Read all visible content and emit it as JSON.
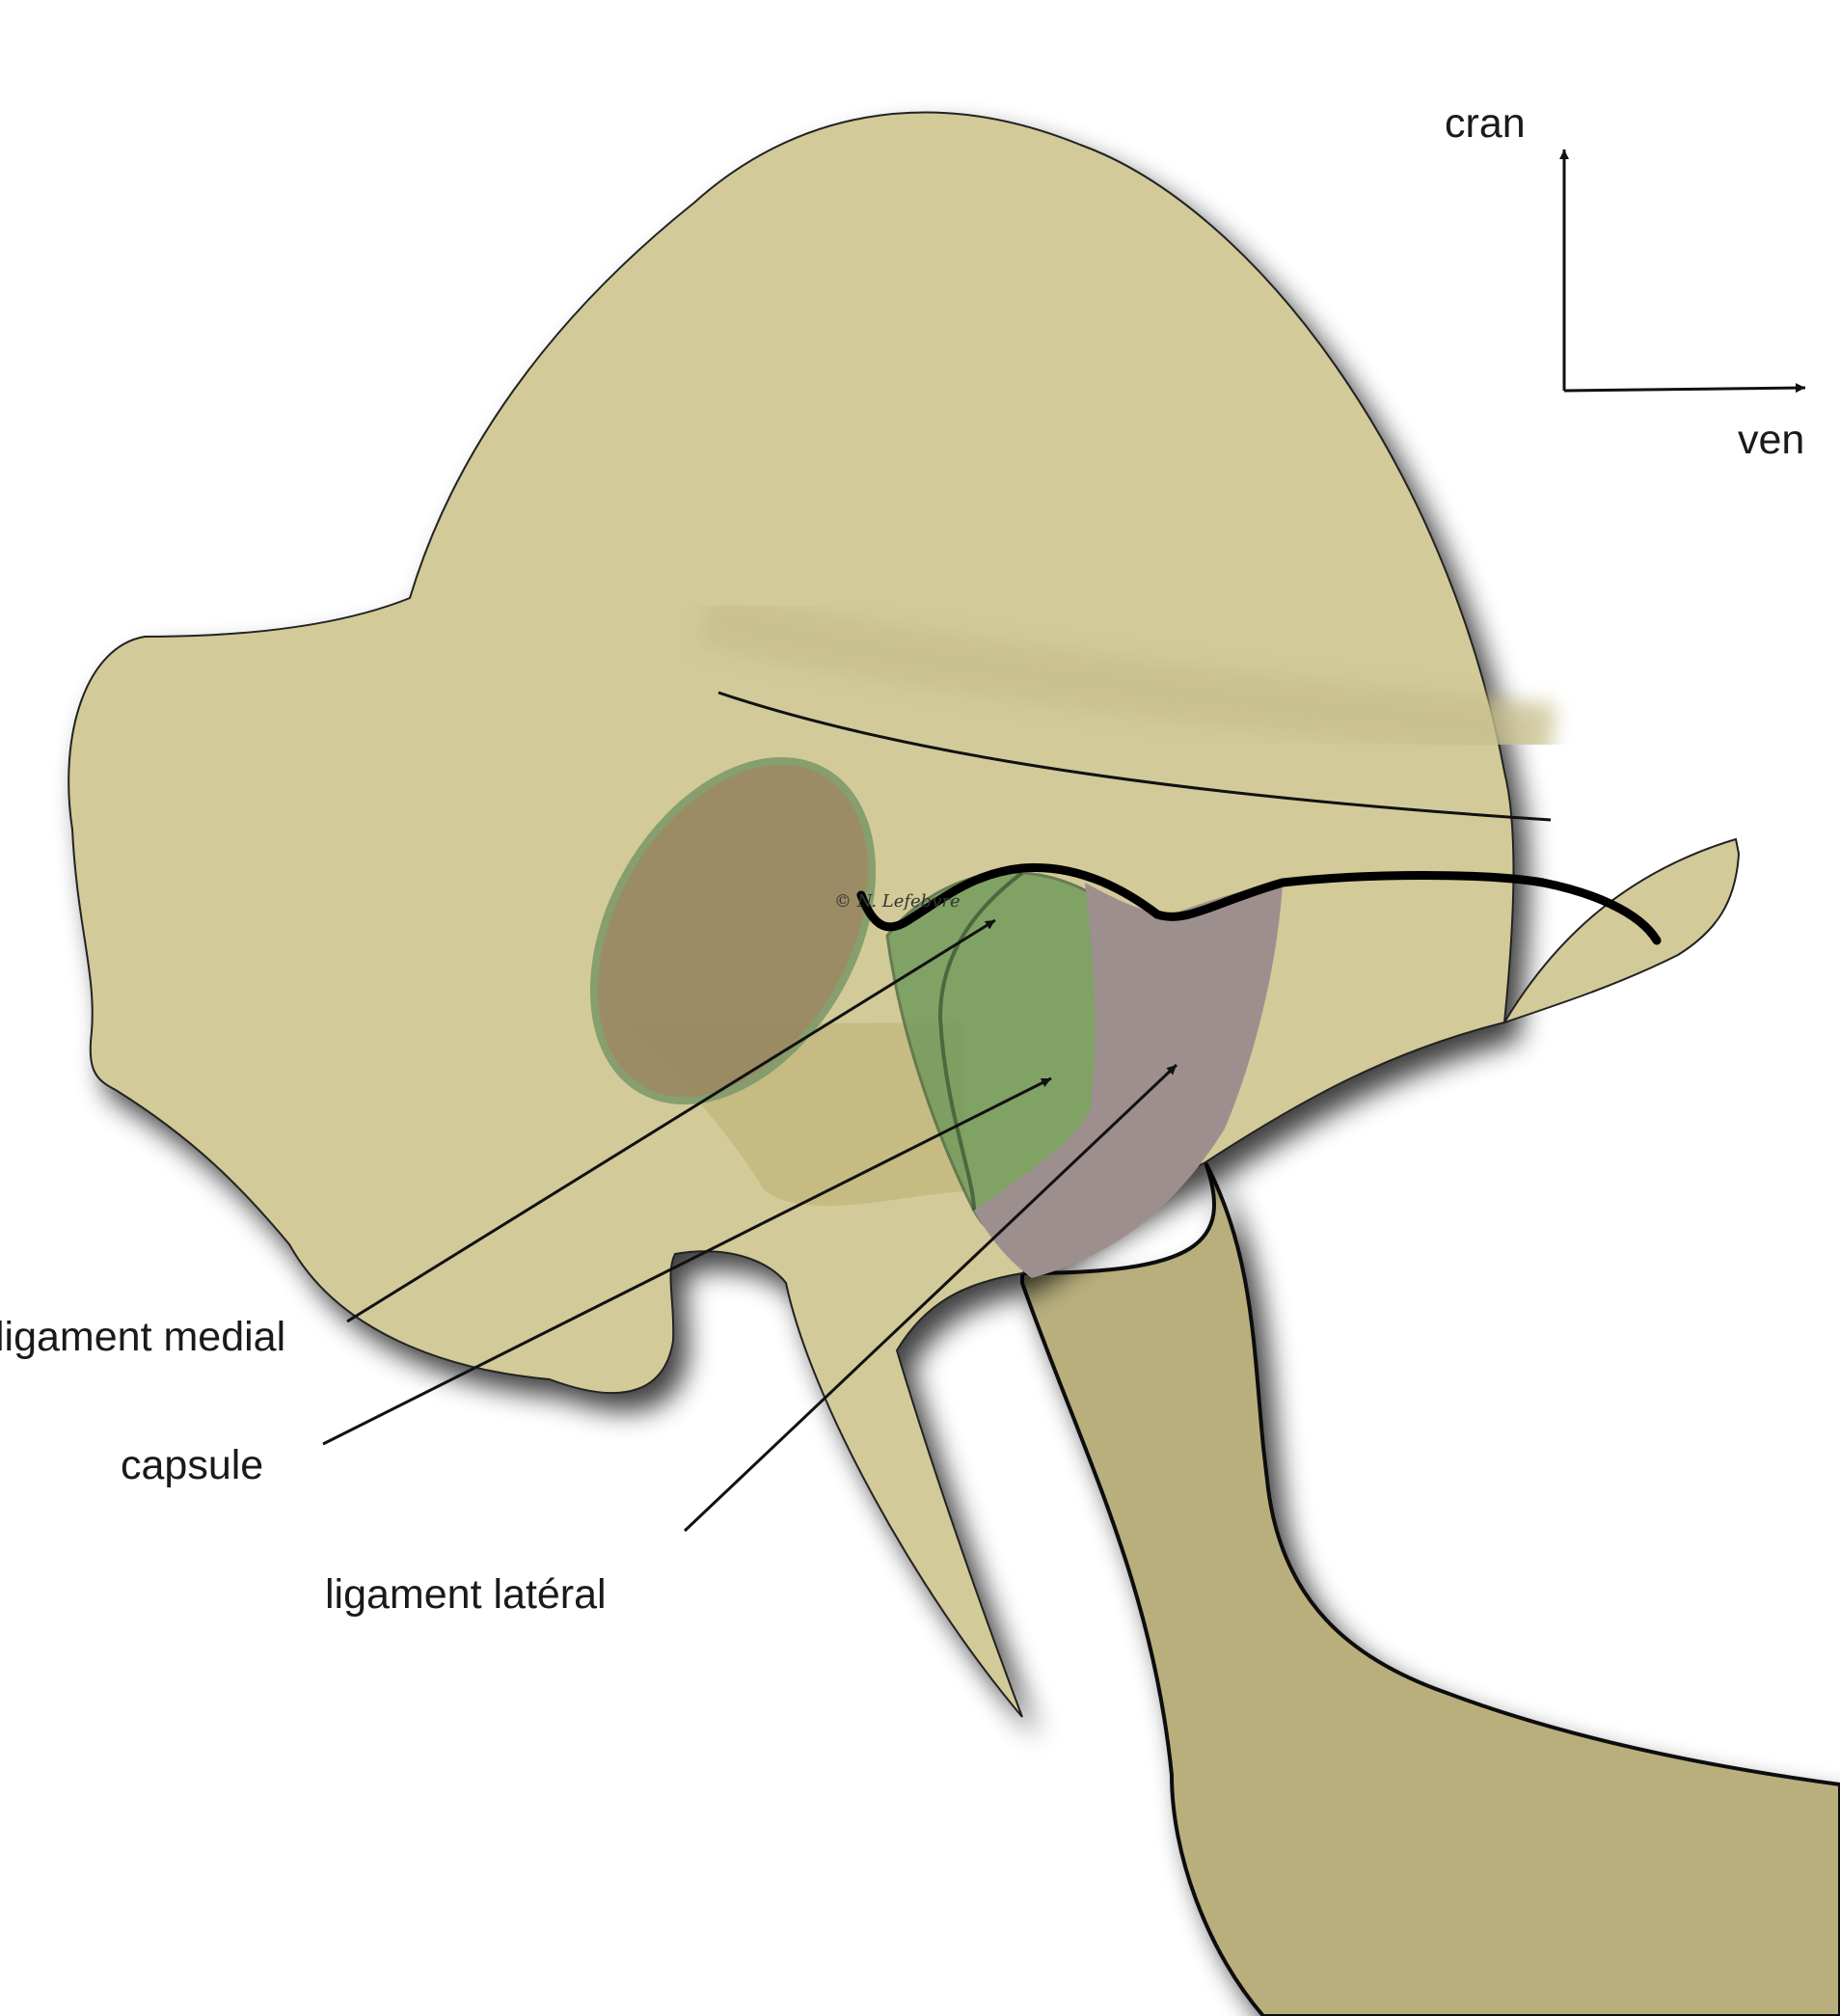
{
  "orientation": {
    "vertical_label": "cran",
    "horizontal_label": "ven"
  },
  "labels": {
    "ligament_medial": "ligament medial",
    "capsule": "capsule",
    "ligament_lateral": "ligament latéral"
  },
  "watermark": "© N. Lefebvre",
  "colors": {
    "bone": "#d2ca98",
    "mandible": "#b9af7d",
    "condyle": "#978660",
    "capsule_green": "#6f9a5a",
    "lateral_ligament": "#9e8f8f",
    "outline": "#111111"
  }
}
